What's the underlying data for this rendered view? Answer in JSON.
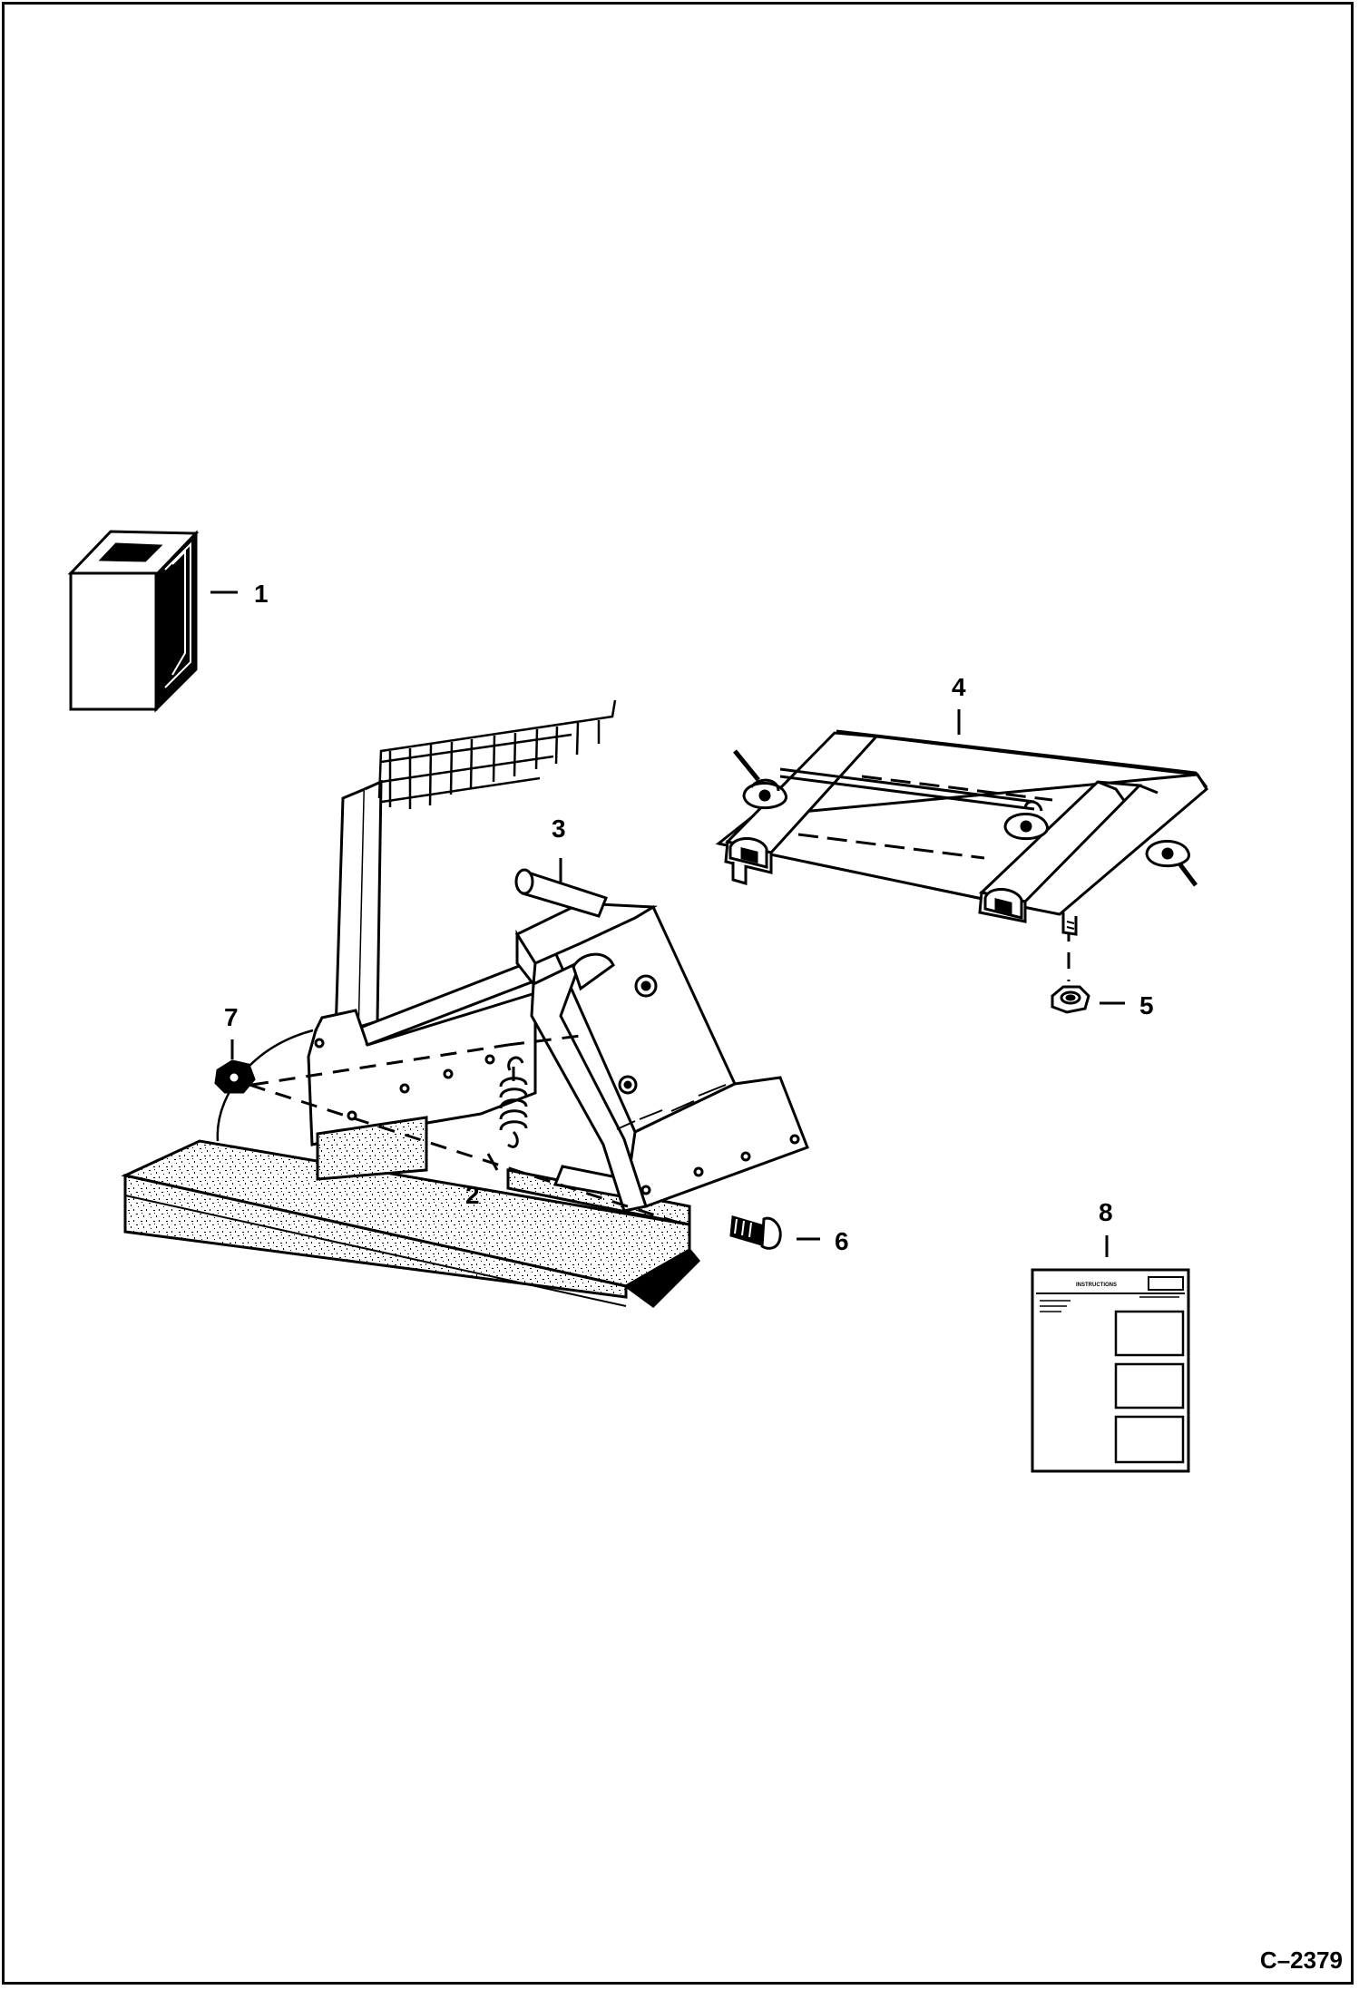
{
  "diagram": {
    "callouts": [
      "1",
      "2",
      "3",
      "4",
      "5",
      "6",
      "7",
      "8"
    ],
    "figure_ref": "C–2379",
    "instruction_sheet": {
      "heading": "INSTRUCTIONS"
    }
  },
  "icons": [
    "decal-kit-icon",
    "spring-icon",
    "lever-bracket-icon",
    "seat-rail-kit-icon",
    "nut-icon",
    "bolt-icon",
    "lock-nut-icon",
    "instruction-sheet-icon"
  ]
}
